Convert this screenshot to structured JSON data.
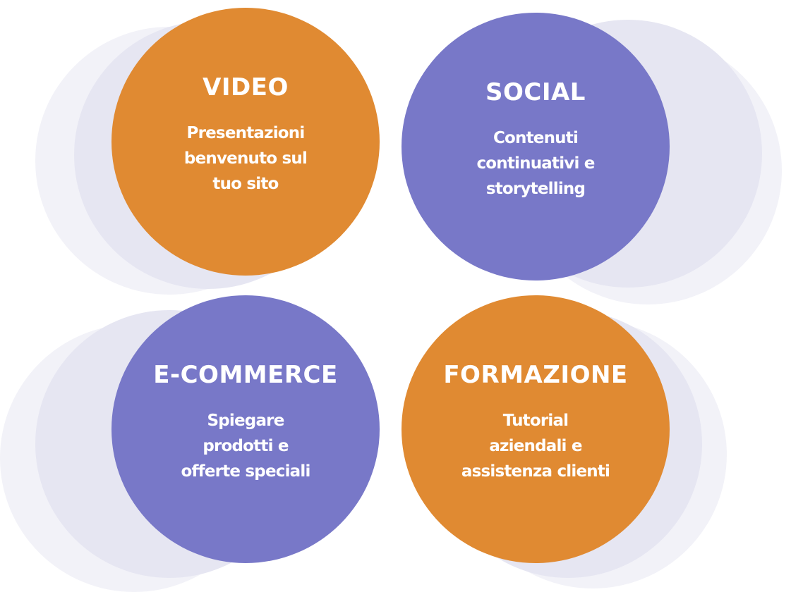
{
  "colors": {
    "orange": "#e08a32",
    "purple": "#7878c8",
    "halo_outer": "#f2f2f8",
    "halo_inner": "#e6e6f2"
  },
  "circles": [
    {
      "title": "VIDEO",
      "lines": [
        "Presentazioni",
        "benvenuto sul",
        "tuo sito"
      ],
      "color": "orange"
    },
    {
      "title": "SOCIAL",
      "lines": [
        "Contenuti",
        "continuativi e",
        "storytelling"
      ],
      "color": "purple"
    },
    {
      "title": "E-COMMERCE",
      "lines": [
        "Spiegare",
        "prodotti e",
        "offerte speciali"
      ],
      "color": "purple"
    },
    {
      "title": "FORMAZIONE",
      "lines": [
        "Tutorial",
        "aziendali e",
        "assistenza clienti"
      ],
      "color": "orange"
    }
  ]
}
